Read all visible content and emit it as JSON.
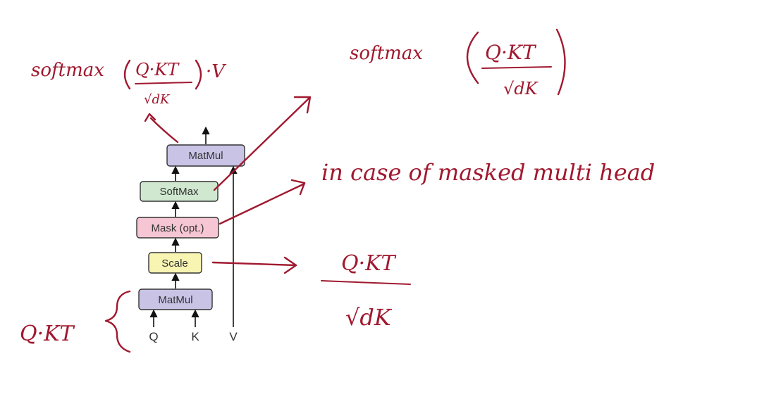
{
  "diagram": {
    "blocks": {
      "matmul_top": "MatMul",
      "softmax": "SoftMax",
      "mask": "Mask (opt.)",
      "scale": "Scale",
      "matmul_bottom": "MatMul"
    },
    "inputs": {
      "q": "Q",
      "k": "K",
      "v": "V"
    },
    "colors": {
      "matmul": "#c9c3e6",
      "softmax": "#cfe8cf",
      "mask": "#f6c6d4",
      "scale": "#f8f4b2",
      "ink": "#a0192f"
    }
  },
  "annotations": {
    "top_left": {
      "prefix": "softmax",
      "numerator": "Q·KT",
      "denominator": "√dK",
      "suffix": "·V"
    },
    "top_right": {
      "prefix": "softmax",
      "numerator": "Q·KT",
      "denominator": "√dK"
    },
    "masked_note": "in case of masked multi head",
    "scale_formula": {
      "numerator": "Q·KT",
      "denominator": "√dK"
    },
    "bottom_left": "Q·KT"
  }
}
